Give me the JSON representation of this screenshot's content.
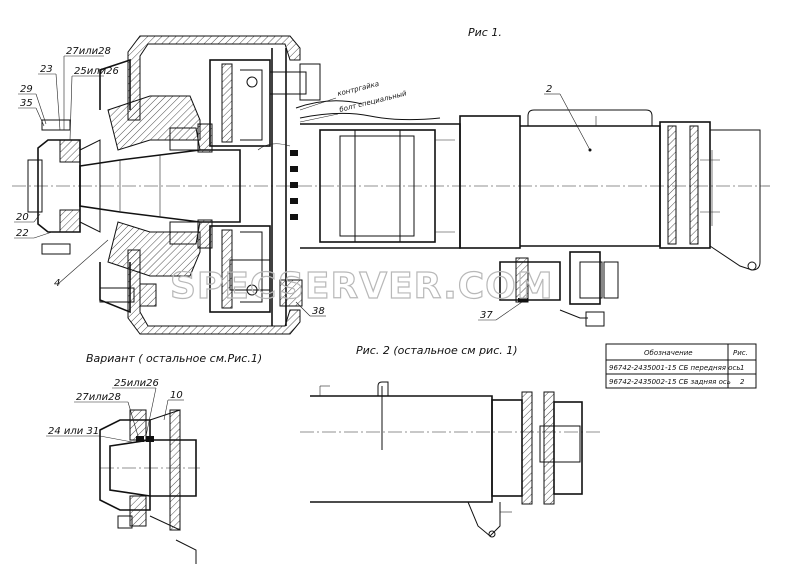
{
  "figure1": {
    "title": "Рис 1.",
    "callouts": {
      "c23": "23",
      "c27or28": "27или28",
      "c25or26": "25или26",
      "c29": "29",
      "c35": "35",
      "c20": "20",
      "c22": "22",
      "c4": "4",
      "c2": "2",
      "c38": "38",
      "c37": "37"
    },
    "notes": {
      "locknut": "контргайка",
      "bolt": "болт специальный"
    }
  },
  "variant": {
    "title": "Вариант ( остальное см.Рис.1)",
    "callouts": {
      "c25or26": "25или26",
      "c27or28": "27или28",
      "c10": "10",
      "c24or31": "24 или 31"
    }
  },
  "figure2": {
    "title": "Рис. 2 (остальное см рис. 1)"
  },
  "table": {
    "headers": [
      "Обозначение",
      "Рис."
    ],
    "rows": [
      [
        "96742-2435001-15 СБ передняя ось",
        "1"
      ],
      [
        "96742-2435002-15 СБ задняя ось",
        "2"
      ]
    ]
  },
  "watermark": "SPECSERVER.COM"
}
